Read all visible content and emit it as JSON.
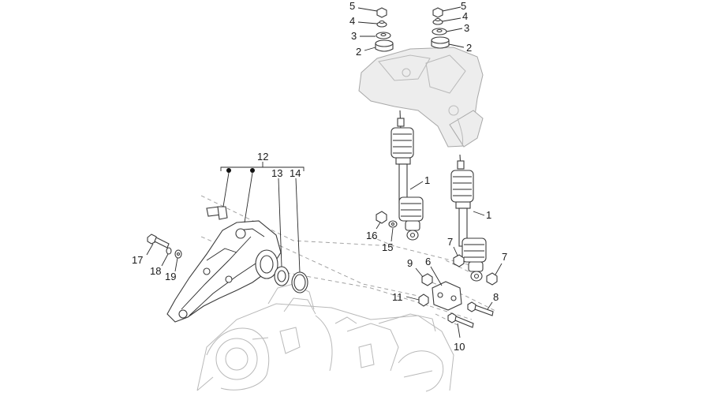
{
  "callouts": {
    "c1a": "1",
    "c1b": "1",
    "c2a": "2",
    "c2b": "2",
    "c3a": "3",
    "c3b": "3",
    "c4a": "4",
    "c4b": "4",
    "c5a": "5",
    "c5b": "5",
    "c6": "6",
    "c7a": "7",
    "c7b": "7",
    "c8": "8",
    "c9": "9",
    "c10": "10",
    "c11": "11",
    "c12": "12",
    "c13": "13",
    "c14": "14",
    "c15": "15",
    "c16": "16",
    "c17": "17",
    "c18": "18",
    "c19": "19"
  },
  "colors": {
    "ink": "#1a1a1a",
    "ghost_part": "#ededed",
    "background": "#ffffff"
  }
}
